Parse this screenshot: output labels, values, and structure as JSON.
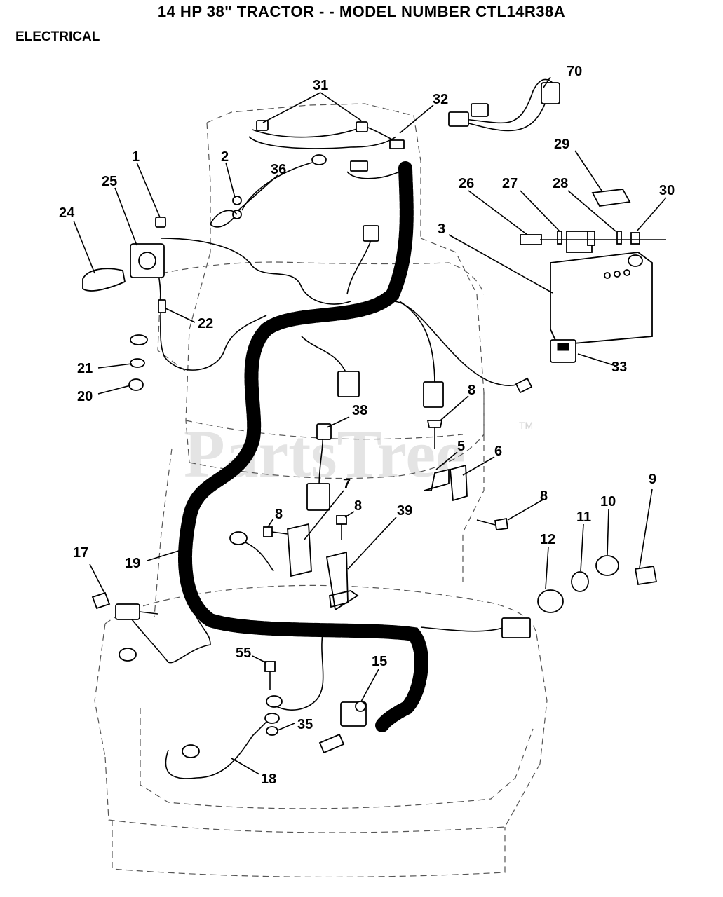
{
  "header": {
    "title": "14 HP 38\" TRACTOR - - MODEL NUMBER CTL14R38A",
    "section": "ELECTRICAL"
  },
  "watermark": {
    "text": "PartsTree",
    "tm": "TM"
  },
  "callouts": {
    "n1": "1",
    "n2": "2",
    "n3": "3",
    "n5": "5",
    "n6": "6",
    "n7": "7",
    "n8a": "8",
    "n8b": "8",
    "n8c": "8",
    "n8d": "8",
    "n9": "9",
    "n10": "10",
    "n11": "11",
    "n12": "12",
    "n15": "15",
    "n17": "17",
    "n18": "18",
    "n19": "19",
    "n20": "20",
    "n21": "21",
    "n22": "22",
    "n24": "24",
    "n25": "25",
    "n26": "26",
    "n27": "27",
    "n28": "28",
    "n29": "29",
    "n30": "30",
    "n31": "31",
    "n32": "32",
    "n33": "33",
    "n35": "35",
    "n36": "36",
    "n38": "38",
    "n39": "39",
    "n55": "55",
    "n70": "70"
  }
}
